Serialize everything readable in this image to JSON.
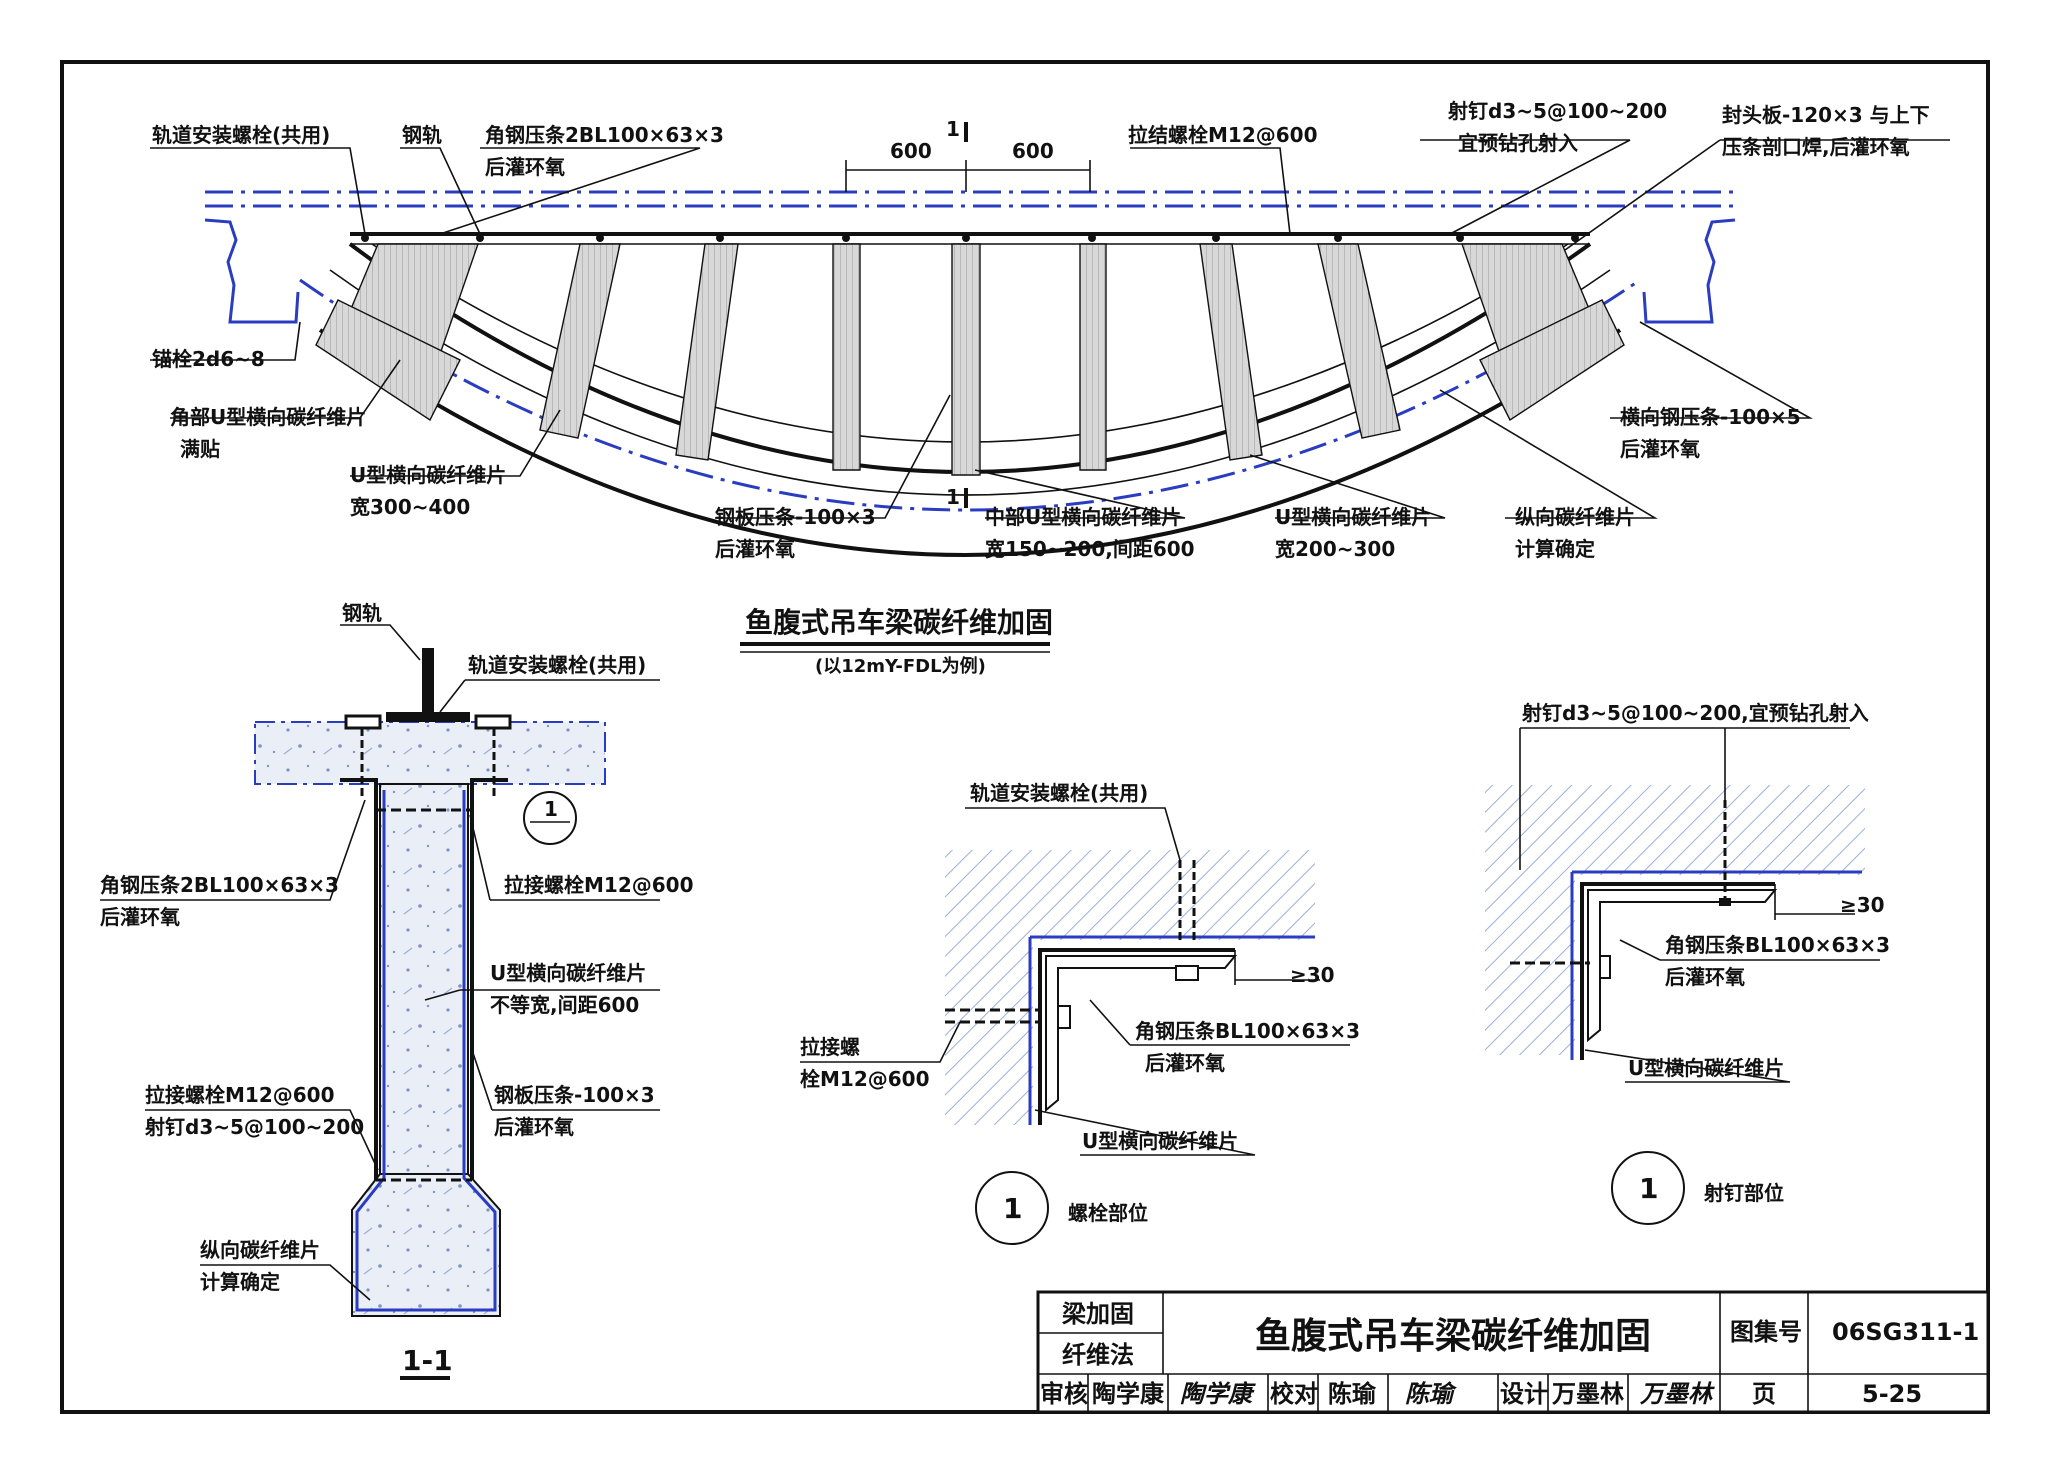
{
  "main_title": "鱼腹式吊车梁碳纤维加固",
  "main_subtitle": "(以12mY-FDL为例)",
  "elevation": {
    "dim_left": "600",
    "dim_right": "600",
    "section_mark_top": "1",
    "section_mark_bottom": "1",
    "labels": {
      "track_bolt": "轨道安装螺栓(共用)",
      "rail": "钢轨",
      "angle_strip_1": "角钢压条2BL100×63×3",
      "angle_strip_2": "后灌环氧",
      "tie_bolt": "拉结螺栓M12@600",
      "nail_1": "射钉d3~5@100~200",
      "nail_2": "宜预钻孔射入",
      "seal_plate_1": "封头板-120×3 与上下",
      "seal_plate_2": "压条剖口焊,后灌环氧",
      "anchor": "锚栓2d6~8",
      "corner_u_1": "角部U型横向碳纤维片",
      "corner_u_2": "满贴",
      "u_sheet_1": "U型横向碳纤维片",
      "u_sheet_2": "宽300~400",
      "steel_strip_1": "钢板压条-100×3",
      "steel_strip_2": "后灌环氧",
      "mid_u_1": "中部U型横向碳纤维片",
      "mid_u_2": "宽150~200,间距600",
      "u_sheet_b_1": "U型横向碳纤维片",
      "u_sheet_b_2": "宽200~300",
      "long_sheet_1": "纵向碳纤维片",
      "long_sheet_2": "计算确定",
      "trans_strip_1": "横向钢压条-100×5",
      "trans_strip_2": "后灌环氧"
    }
  },
  "section_1_1": {
    "title": "1-1",
    "callout": "1",
    "labels": {
      "rail": "钢轨",
      "track_bolt": "轨道安装螺栓(共用)",
      "angle_1": "角钢压条2BL100×63×3",
      "angle_2": "后灌环氧",
      "tie_bolt": "拉接螺栓M12@600",
      "u_1": "U型横向碳纤维片",
      "u_2": "不等宽,间距600",
      "tie_nail_1": "拉接螺栓M12@600",
      "tie_nail_2": "射钉d3~5@100~200",
      "steel_1": "钢板压条-100×3",
      "steel_2": "后灌环氧",
      "long_1": "纵向碳纤维片",
      "long_2": "计算确定"
    }
  },
  "detail_bolt": {
    "callout": "1",
    "title": "螺栓部位",
    "labels": {
      "track_bolt": "轨道安装螺栓(共用)",
      "gap": "≥30",
      "angle_1": "角钢压条BL100×63×3",
      "angle_2": "后灌环氧",
      "tie_1": "拉接螺",
      "tie_2": "栓M12@600",
      "u_sheet": "U型横向碳纤维片"
    }
  },
  "detail_nail": {
    "callout": "1",
    "title": "射钉部位",
    "labels": {
      "nail": "射钉d3~5@100~200,宜预钻孔射入",
      "gap": "≥30",
      "angle_1": "角钢压条BL100×63×3",
      "angle_2": "后灌环氧",
      "u_sheet": "U型横向碳纤维片"
    }
  },
  "title_block": {
    "category_1": "梁加固",
    "category_2": "纤维法",
    "drawing_title": "鱼腹式吊车梁碳纤维加固",
    "atlas_label": "图集号",
    "atlas_no": "06SG311-1",
    "review_label": "审核",
    "reviewer": "陶学康",
    "reviewer_sig": "陶学康",
    "check_label": "校对",
    "checker": "陈瑜",
    "checker_sig": "陈瑜",
    "design_label": "设计",
    "designer": "万墨林",
    "designer_sig": "万墨林",
    "page_label": "页",
    "page_no": "5-25"
  }
}
